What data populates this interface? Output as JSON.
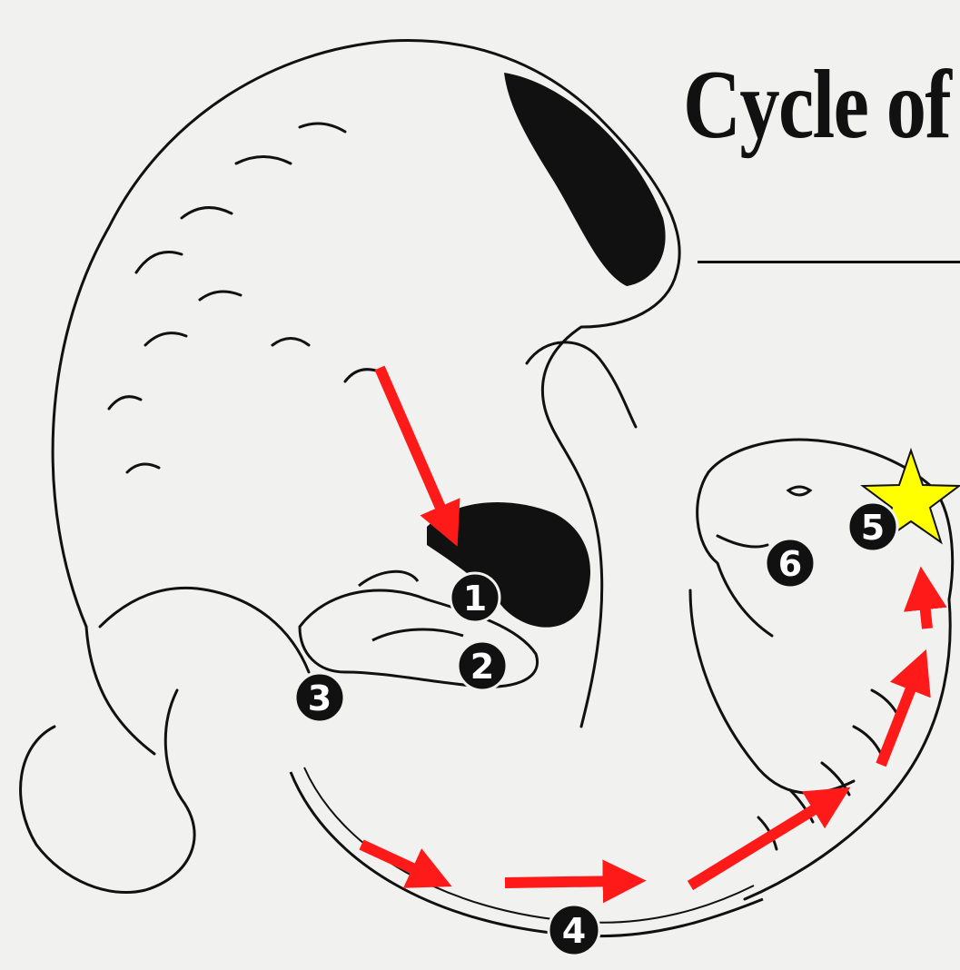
{
  "title": "Cycle of",
  "markers": [
    {
      "label": "1"
    },
    {
      "label": "2"
    },
    {
      "label": "3"
    },
    {
      "label": "4"
    },
    {
      "label": "5"
    },
    {
      "label": "6"
    }
  ],
  "colors": {
    "arrow": "#ff1a1a",
    "star": "#ffff00",
    "ink": "#111111",
    "paper": "#f1f1ef"
  }
}
